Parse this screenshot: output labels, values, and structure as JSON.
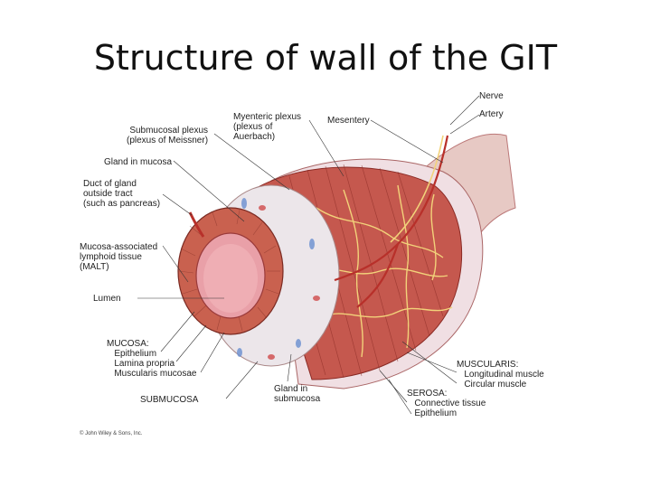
{
  "title": "Structure of wall of the GIT",
  "labels": {
    "nerve": "Nerve",
    "artery": "Artery",
    "myenteric": "Myenteric plexus\n(plexus of\nAuerbach)",
    "mesentery": "Mesentery",
    "submucosal_plexus": "Submucosal plexus\n(plexus of Meissner)",
    "gland_in_mucosa": "Gland in mucosa",
    "duct_of_gland": "Duct of gland\noutside tract\n(such as pancreas)",
    "malt": "Mucosa-associated\nlymphoid tissue\n(MALT)",
    "lumen": "Lumen",
    "mucosa": "MUCOSA:\n   Epithelium\n   Lamina propria\n   Muscularis mucosae",
    "submucosa": "SUBMUCOSA",
    "gland_in_submucosa": "Gland in\nsubmucosa",
    "muscularis": "MUSCULARIS:\n   Longitudinal muscle\n   Circular muscle",
    "serosa": "SEROSA:\n   Connective tissue\n   Epithelium",
    "copyright": "© John Wiley & Sons, Inc."
  }
}
